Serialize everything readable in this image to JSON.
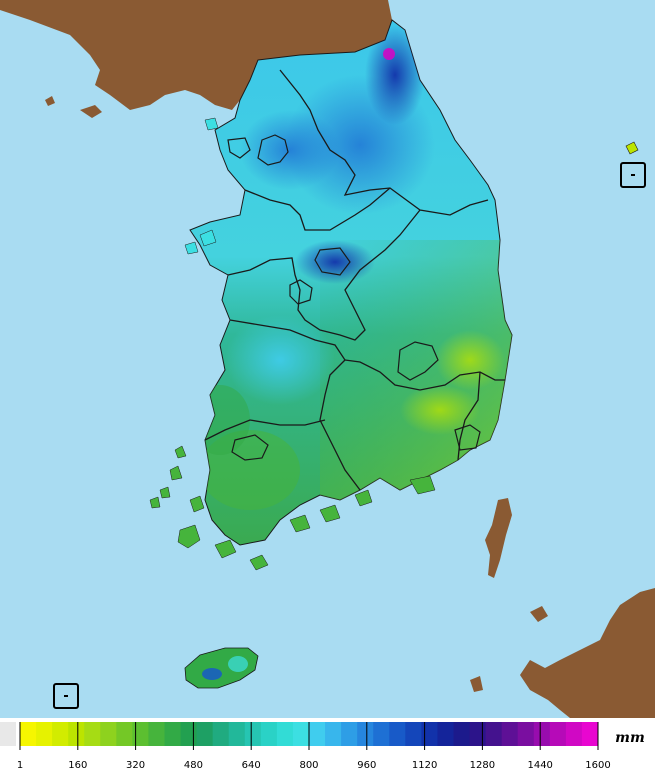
{
  "legend": {
    "tick_labels": [
      "1",
      "160",
      "320",
      "480",
      "640",
      "800",
      "960",
      "1120",
      "1280",
      "1440",
      "1600"
    ],
    "unit": "mm",
    "min": 1,
    "max": 1600,
    "colors": [
      "#f6f600",
      "#e6f200",
      "#d2ec00",
      "#bce400",
      "#a6dc14",
      "#8ed21e",
      "#74c826",
      "#5cbf30",
      "#46b43c",
      "#32aa46",
      "#22a050",
      "#1ea064",
      "#20ab80",
      "#22b89a",
      "#26c5b2",
      "#2ad2c6",
      "#32dcd6",
      "#3cdfe2",
      "#40cdee",
      "#38b6ec",
      "#2e9ee6",
      "#2686de",
      "#1e70d4",
      "#185ac8",
      "#1446ba",
      "#1232aa",
      "#14249a",
      "#1c1a8c",
      "#2c148a",
      "#44128e",
      "#5e1096",
      "#7a0ea0",
      "#980cae",
      "#b60ab8",
      "#d008c4",
      "#e806d0"
    ]
  },
  "colors": {
    "sea": "#a9dcf2",
    "foreign_land": "#8a5a33",
    "boundary": "#1a1a1a"
  },
  "icons": {
    "dokdo_locator": "square-box-icon",
    "ieodo_locator": "square-box-icon"
  }
}
